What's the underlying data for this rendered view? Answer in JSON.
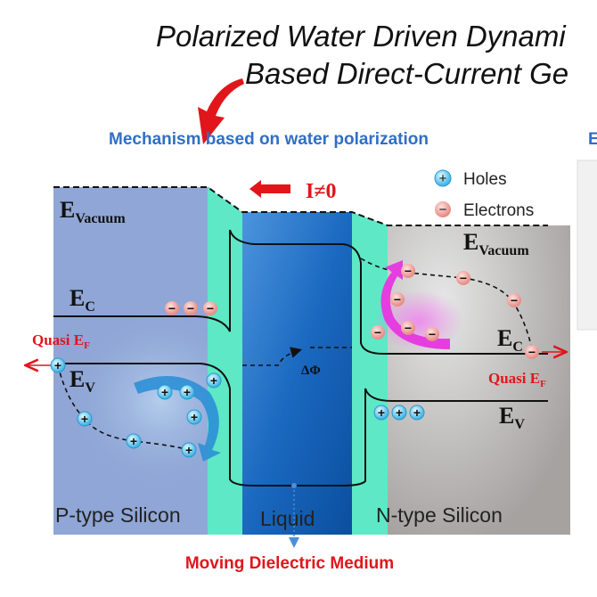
{
  "title": {
    "line1": "Polarized Water Driven Dynami",
    "line2": "Based Direct-Current Ge"
  },
  "subtitle": "Mechanism based on water polarization",
  "next_panel_letter": "E",
  "current_label": "I≠0",
  "legend": {
    "holes": "Holes",
    "electrons": "Electrons",
    "hole_symbol": "+",
    "electron_symbol": "−"
  },
  "energy_labels": {
    "e": "E",
    "vacuum": "Vacuum",
    "c": "C",
    "v": "V",
    "f": "F",
    "quasi": "Quasi ",
    "delta_phi": "ΔΦ"
  },
  "regions": {
    "p": "P-type Silicon",
    "liquid": "Liquid",
    "n": "N-type Silicon"
  },
  "bottom_label": "Moving Dielectric Medium",
  "colors": {
    "p_region": "#8fa6d6",
    "teal": "#5ee8c6",
    "liquid": "#1e6fc4",
    "n_region": "#a9a6a4",
    "accent_red": "#e0161b",
    "blue_text": "#2f6fc6"
  }
}
